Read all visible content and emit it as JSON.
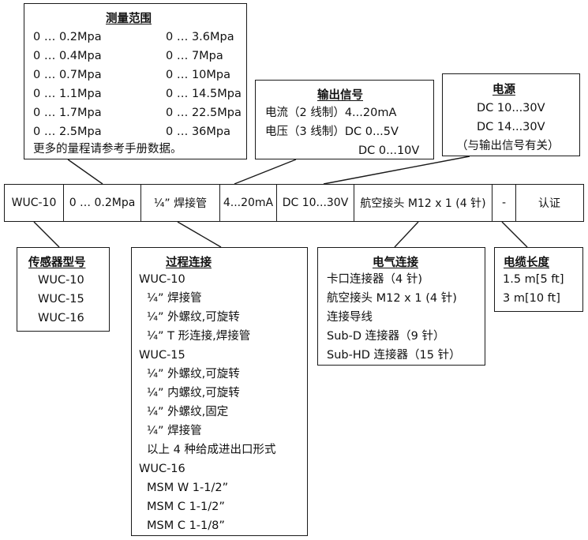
{
  "range_box": {
    "title": "测量范围",
    "left_col": [
      "0 … 0.2Mpa",
      "0 … 0.4Mpa",
      "0 … 0.7Mpa",
      "0 … 1.1Mpa",
      "0 … 1.7Mpa",
      "0 … 2.5Mpa"
    ],
    "right_col": [
      "0 … 3.6Mpa",
      "0 … 7Mpa",
      "0 … 10Mpa",
      "0 … 14.5Mpa",
      "0 … 22.5Mpa",
      "0 … 36Mpa"
    ],
    "note": "更多的量程请参考手册数据。"
  },
  "output_box": {
    "title": "输出信号",
    "lines": [
      "电流（2 线制）4...20mA",
      "电压（3 线制）DC 0...5V",
      "DC 0...10V"
    ]
  },
  "power_box": {
    "title": "电源",
    "lines": [
      "DC 10...30V",
      "DC 14...30V",
      "（与输出信号有关）"
    ]
  },
  "model_bar": {
    "cells": [
      "WUC-10",
      "0 … 0.2Mpa",
      "¼”  焊接管",
      "4...20mA",
      "DC 10...30V",
      "航空接头 M12 x 1 (4 针)",
      "-",
      "认证"
    ]
  },
  "sensor_box": {
    "title": "传感器型号",
    "lines": [
      "WUC-10",
      "WUC-15",
      "WUC-16"
    ]
  },
  "process_box": {
    "title": "过程连接",
    "lines": [
      "WUC-10",
      "¼”  焊接管",
      "¼”  外螺纹,可旋转",
      "¼” T 形连接,焊接管",
      "WUC-15",
      "¼”  外螺纹,可旋转",
      "¼”  内螺纹,可旋转",
      "¼”  外螺纹,固定",
      "¼”  焊接管",
      "以上 4 种给成进出口形式",
      "WUC-16",
      "MSM W 1-1/2”",
      "MSM C 1-1/2”",
      "MSM C 1-1/8”"
    ]
  },
  "electric_box": {
    "title": "电气连接",
    "lines": [
      "卡口连接器（4 针)",
      "航空接头 M12 x 1 (4 针)",
      "连接导线",
      "Sub-D  连接器（9 针）",
      "Sub-HD  连接器（15 针）"
    ]
  },
  "cable_box": {
    "title": "电缆长度",
    "lines": [
      "1.5 m[5 ft]",
      "3 m[10 ft]"
    ]
  }
}
